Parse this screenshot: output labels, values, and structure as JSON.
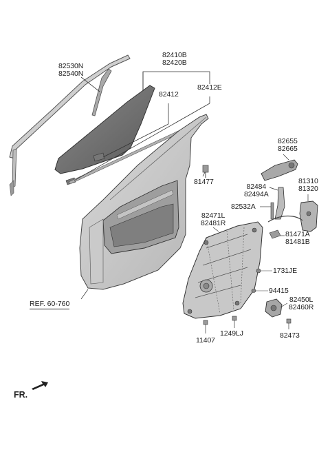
{
  "diagram": {
    "title": "",
    "direction_label": "FR.",
    "reference_label": "REF. 60-760",
    "parts": {
      "weatherstrip": [
        "82530N",
        "82540N"
      ],
      "glass_assy": [
        "82410B",
        "82420B"
      ],
      "glass": "82412",
      "glass_channel": "82412E",
      "bolt_81477": "81477",
      "handle": [
        "82655",
        "82665"
      ],
      "latch_81310": [
        "81310",
        "81320"
      ],
      "cable_82484": [
        "82484",
        "82494A"
      ],
      "bracket_82532a": "82532A",
      "regulator": [
        "82471L",
        "82481R"
      ],
      "cable_81471a": [
        "81471A",
        "81481B"
      ],
      "clip_1731je": "1731JE",
      "clip_94415": "94415",
      "motor": [
        "82450L",
        "82460R"
      ],
      "bolt_11407": "11407",
      "bolt_1249lj": "1249LJ",
      "bolt_82473": "82473"
    }
  }
}
